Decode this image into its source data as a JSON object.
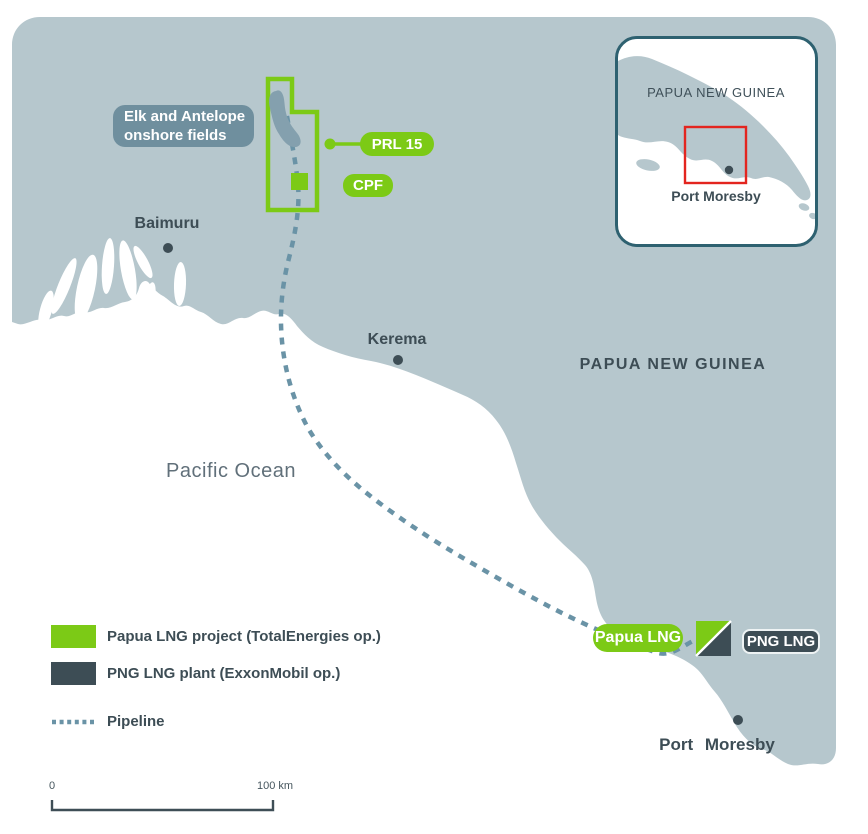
{
  "map": {
    "country_label": "PAPUA NEW GUINEA",
    "ocean_label": "Pacific Ocean",
    "cities": {
      "baimuru": "Baimuru",
      "kerema": "Kerema",
      "port_moresby": "Port  Moresby"
    },
    "badges": {
      "elk_line1": "Elk and Antelope",
      "elk_line2": "onshore fields",
      "prl15": "PRL 15",
      "cpf": "CPF",
      "papua_lng": "Papua LNG",
      "png_lng": "PNG LNG"
    }
  },
  "inset": {
    "country_label": "PAPUA NEW GUINEA",
    "city_label": "Port Moresby"
  },
  "legend": {
    "items": [
      {
        "label": "Papua LNG project (TotalEnergies op.)",
        "swatch_color": "#7cca16"
      },
      {
        "label": "PNG LNG plant (ExxonMobil op.)",
        "swatch_color": "#3d4d55"
      },
      {
        "label": "Pipeline",
        "swatch_color": "#6a93a6"
      }
    ]
  },
  "scale_bar": {
    "start": "0",
    "end": "100 km"
  },
  "colors": {
    "land": "#b6c7cd",
    "ocean": "#ffffff",
    "project_green": "#7cca16",
    "plant_dark": "#3d4d55",
    "pipeline_blue": "#6a93a6",
    "field_slate": "#84a0ae",
    "label_badge_slate": "#6f8f9e",
    "highlight_red": "#e3251f",
    "inset_border_teal": "#2e6170"
  }
}
